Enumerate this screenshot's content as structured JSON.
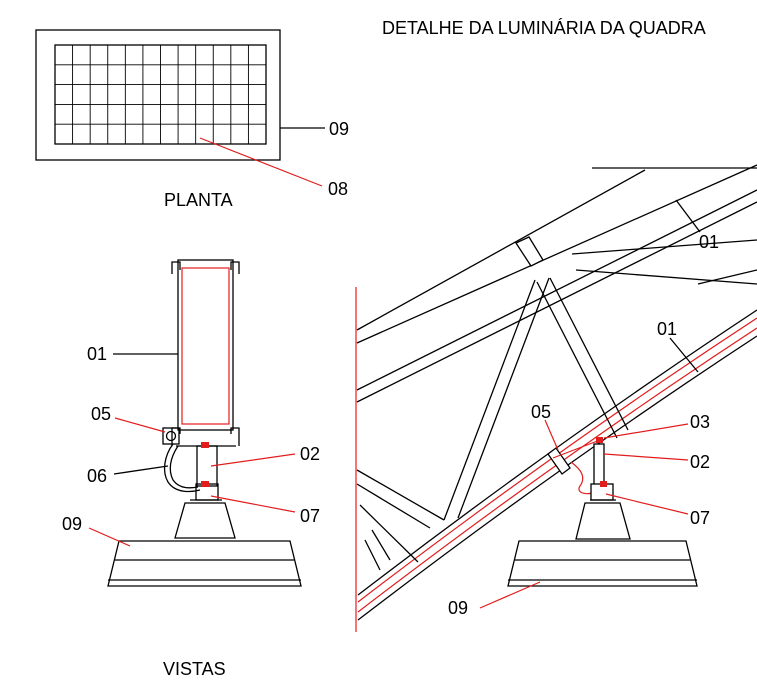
{
  "title": "DETALHE DA LUMINÁRIA DA QUADRA",
  "views": {
    "plan_label": "PLANTA",
    "vistas_label": "VISTAS"
  },
  "plan_callouts": {
    "c09": "09",
    "c08": "08"
  },
  "front_callouts": {
    "c01": "01",
    "c05": "05",
    "c06": "06",
    "c02": "02",
    "c07": "07",
    "c09": "09"
  },
  "side_callouts": {
    "c01a": "01",
    "c01b": "01",
    "c05": "05",
    "c03": "03",
    "c02": "02",
    "c07": "07",
    "c09": "09"
  },
  "colors": {
    "line": "#000000",
    "accent": "#e21d1d",
    "background": "#ffffff"
  }
}
